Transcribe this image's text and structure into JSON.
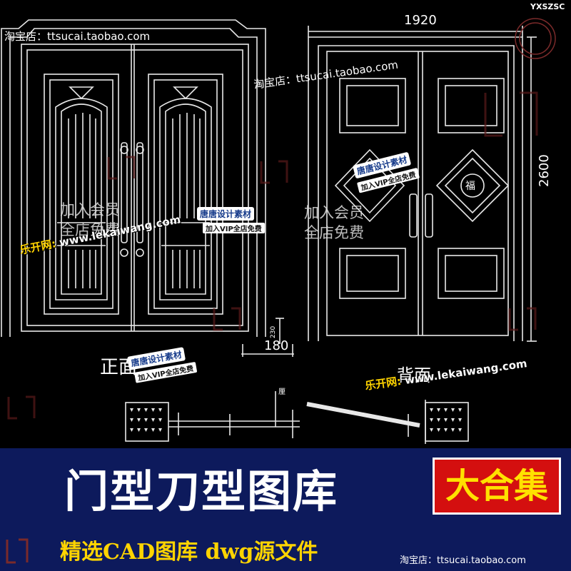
{
  "watermarks": {
    "shop_top": "淘宝店：ttsucai.taobao.com",
    "shop_mid": "淘宝店：ttsucai.taobao.com",
    "shop_bottom": "淘宝店：ttsucai.taobao.com",
    "site_cn": "乐开网:",
    "site_url": "www.lekaiwang.com",
    "site_url_only": "www.lekaiwang.com",
    "stamp_title": "唐唐设计素材",
    "stamp_sub": "加入VIP全店免费",
    "join_line1": "加入会员",
    "join_line2": "全店免费",
    "corner_code": "YXSZSC"
  },
  "drawing": {
    "front_label": "正面",
    "back_label": "背面",
    "width_dim": "1920",
    "height_dim": "2600",
    "side_dim": "180",
    "small_dim": "230",
    "bottom_mark": "厘",
    "seal_text": "福"
  },
  "banner": {
    "title": "门型刀型图库",
    "badge": "大合集",
    "subtitle": "精选CAD图库   dwg源文件",
    "bg_color": "#0d1a5c",
    "badge_color": "#d40f0f",
    "accent_color": "#ffd400"
  }
}
